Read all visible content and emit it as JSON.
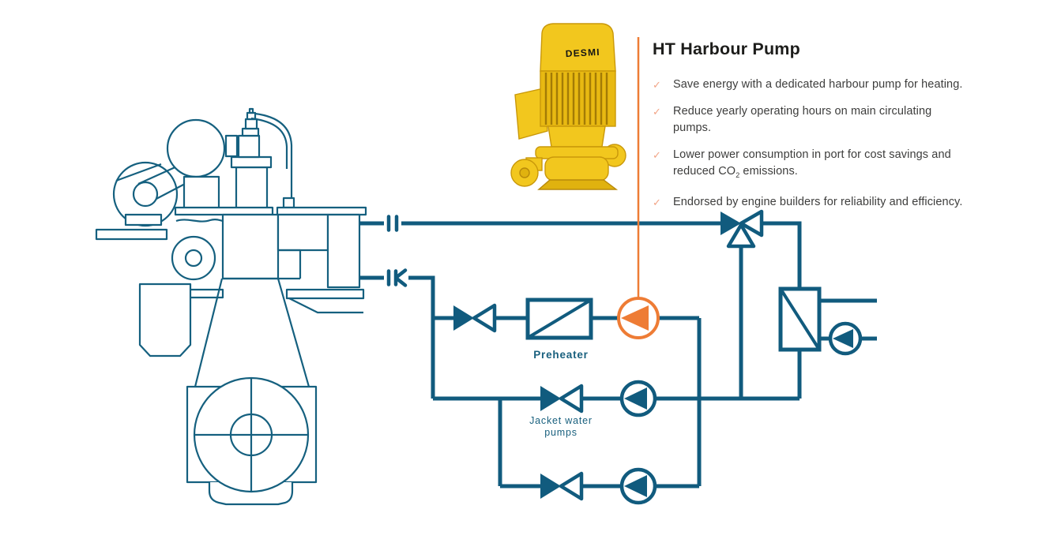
{
  "callout": {
    "title": "HT Harbour Pump",
    "check_glyph": "✓",
    "bullets": {
      "b1_l1": "Save energy with a dedicated harbour pump for heating.",
      "b2_l1": "Reduce yearly operating hours on main circulating",
      "b2_l2": "pumps.",
      "b3_l1": "Lower power consumption in port for cost savings and",
      "b3_l2_pre": "reduced CO",
      "b3_l2_sub": "2",
      "b3_l2_post": " emissions.",
      "b4_l1": "Endorsed by engine builders for reliability and efficiency."
    }
  },
  "diagram": {
    "preheater_label": "Preheater",
    "jacket_water_label_l1": "Jacket water",
    "jacket_water_label_l2": "pumps"
  },
  "product_photo": {
    "brand": "DESMI"
  },
  "colors": {
    "pipe_teal": "#115b7e",
    "engine_line": "#15607f",
    "accent_orange": "#ee7c35",
    "check_orange": "#f2a486",
    "pump_yellow": "#f2c71e",
    "title_black": "#1d1d1b",
    "body_gray": "#3d3d3c",
    "label_teal": "#19607e"
  }
}
